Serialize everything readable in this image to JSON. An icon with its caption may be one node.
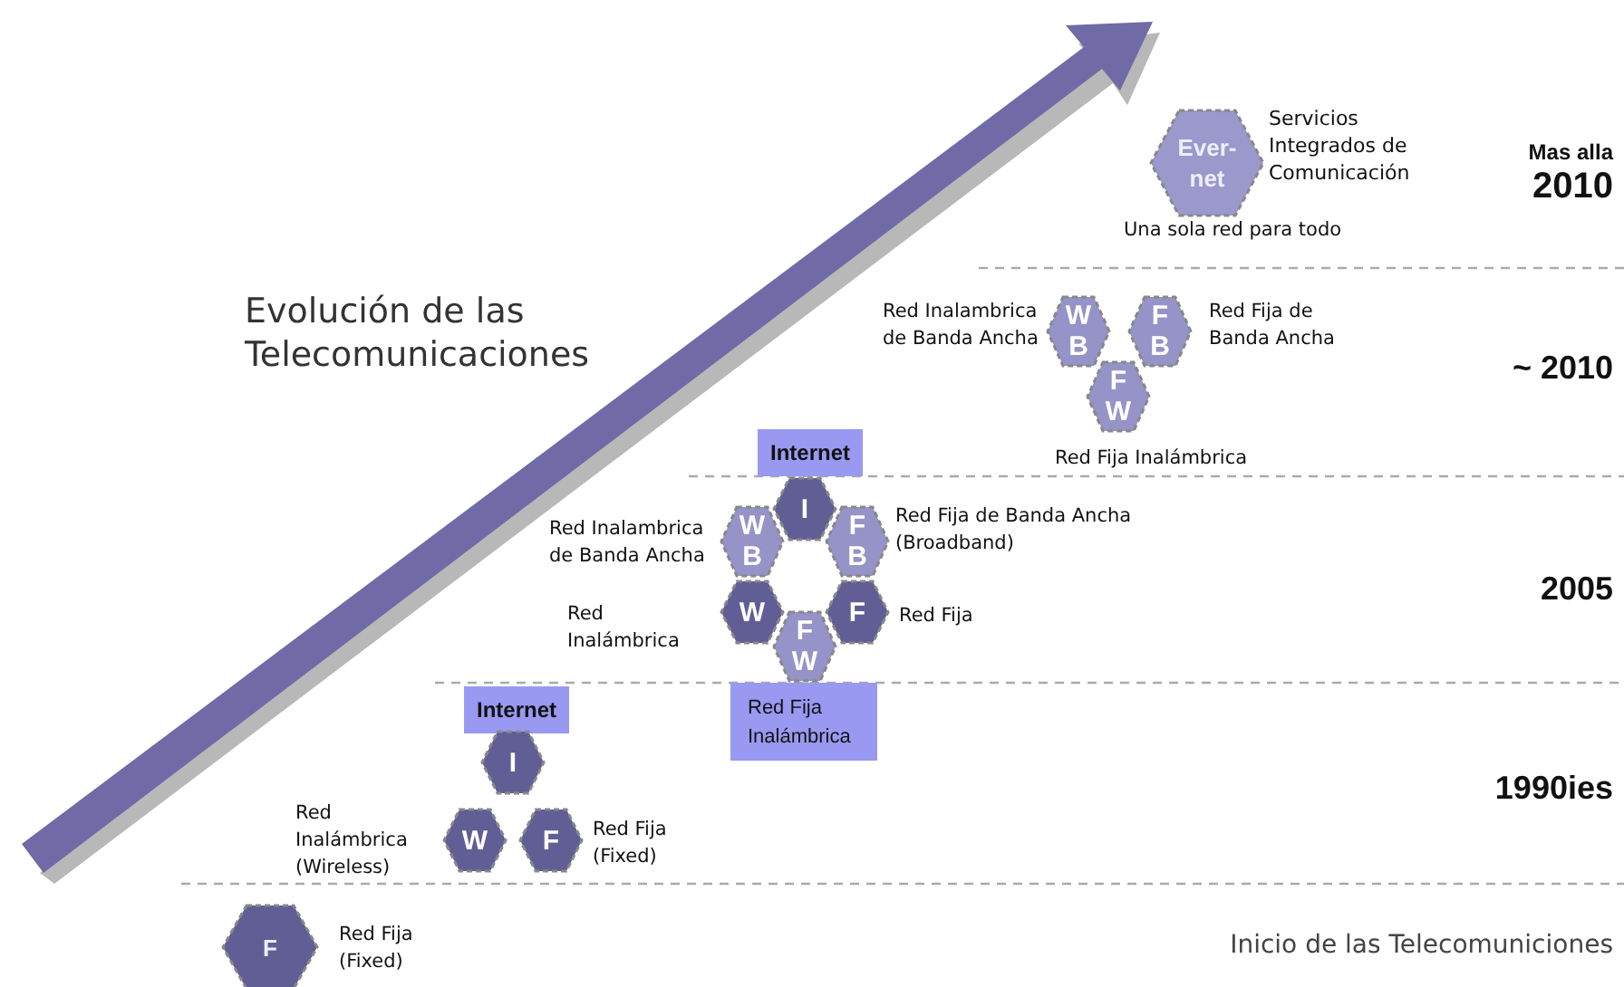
{
  "diagram": {
    "title": "Evolución de las Telecomunicaciones",
    "nodes": [
      {
        "text": [
          "Ever- net"
        ],
        "beside": [
          "Servicios Integrados de Comunicación",
          "Una sola red para todo"
        ]
      },
      {
        "text": [
          "W B"
        ],
        "beside": [
          "Red Inalambrica de Banda Ancha"
        ]
      },
      {
        "text": [
          "F B"
        ],
        "beside": [
          "Red Fija de Banda Ancha"
        ]
      },
      {
        "text": [
          "F W"
        ],
        "beside": [
          "Red Fija Inalámbrica"
        ]
      },
      {
        "text": [
          "Internet"
        ]
      },
      {
        "text": [
          "I"
        ]
      },
      {
        "text": [
          "W B"
        ],
        "beside": [
          "Red Inalambrica de Banda Ancha"
        ]
      },
      {
        "text": [
          "F B"
        ],
        "beside": [
          "Red Fija de Banda Ancha (Broadband)"
        ]
      },
      {
        "text": [
          "W"
        ],
        "beside": [
          "Red Inalámbrica"
        ]
      },
      {
        "text": [
          "F"
        ],
        "beside": [
          "Red Fija"
        ]
      },
      {
        "text": [
          "F W"
        ]
      },
      {
        "text": [
          "Red Fija Inalámbrica"
        ]
      },
      {
        "text": [
          "Internet"
        ]
      },
      {
        "text": [
          "I"
        ]
      },
      {
        "text": [
          "W"
        ],
        "beside": [
          "Red Inalámbrica (Wireless)"
        ]
      },
      {
        "text": [
          "F"
        ],
        "beside": [
          "Red Fija (Fixed)"
        ]
      },
      {
        "text": [
          "F"
        ],
        "beside": [
          "Red Fija (Fixed)"
        ]
      }
    ],
    "labels": [
      "Mas alla",
      "2010",
      "~ 2010",
      "2005",
      "1990ies",
      "Inicio de las Telecomuniciones"
    ]
  }
}
